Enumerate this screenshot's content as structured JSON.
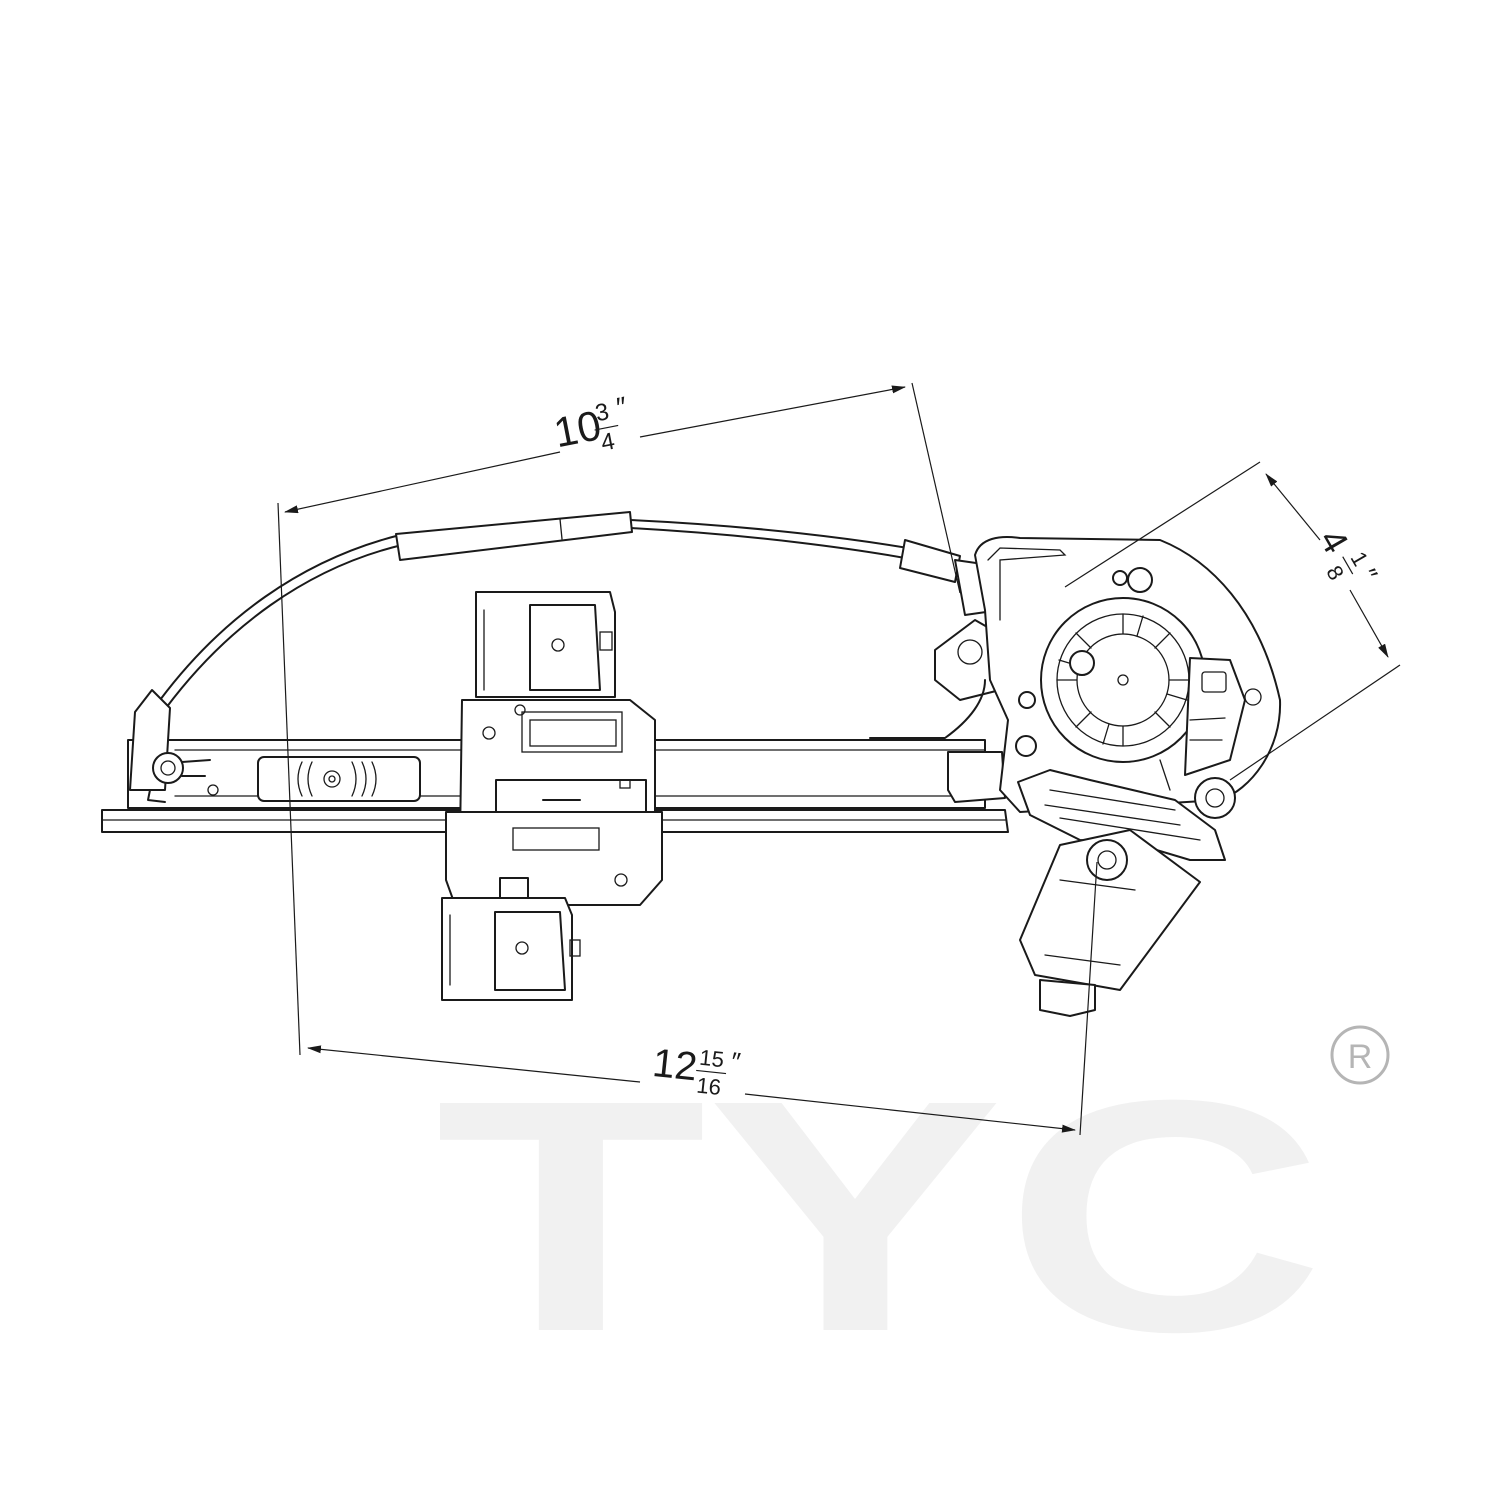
{
  "brand": {
    "logo_text": "TYC",
    "registered_mark": "R"
  },
  "dimensions": {
    "cable_length": {
      "whole": "10",
      "numerator": "3",
      "denominator": "4",
      "unit": "″"
    },
    "motor_height": {
      "whole": "4",
      "numerator": "1",
      "denominator": "8",
      "unit": "″"
    },
    "overall_length": {
      "whole": "12",
      "numerator": "15",
      "denominator": "16",
      "unit": "″"
    }
  }
}
